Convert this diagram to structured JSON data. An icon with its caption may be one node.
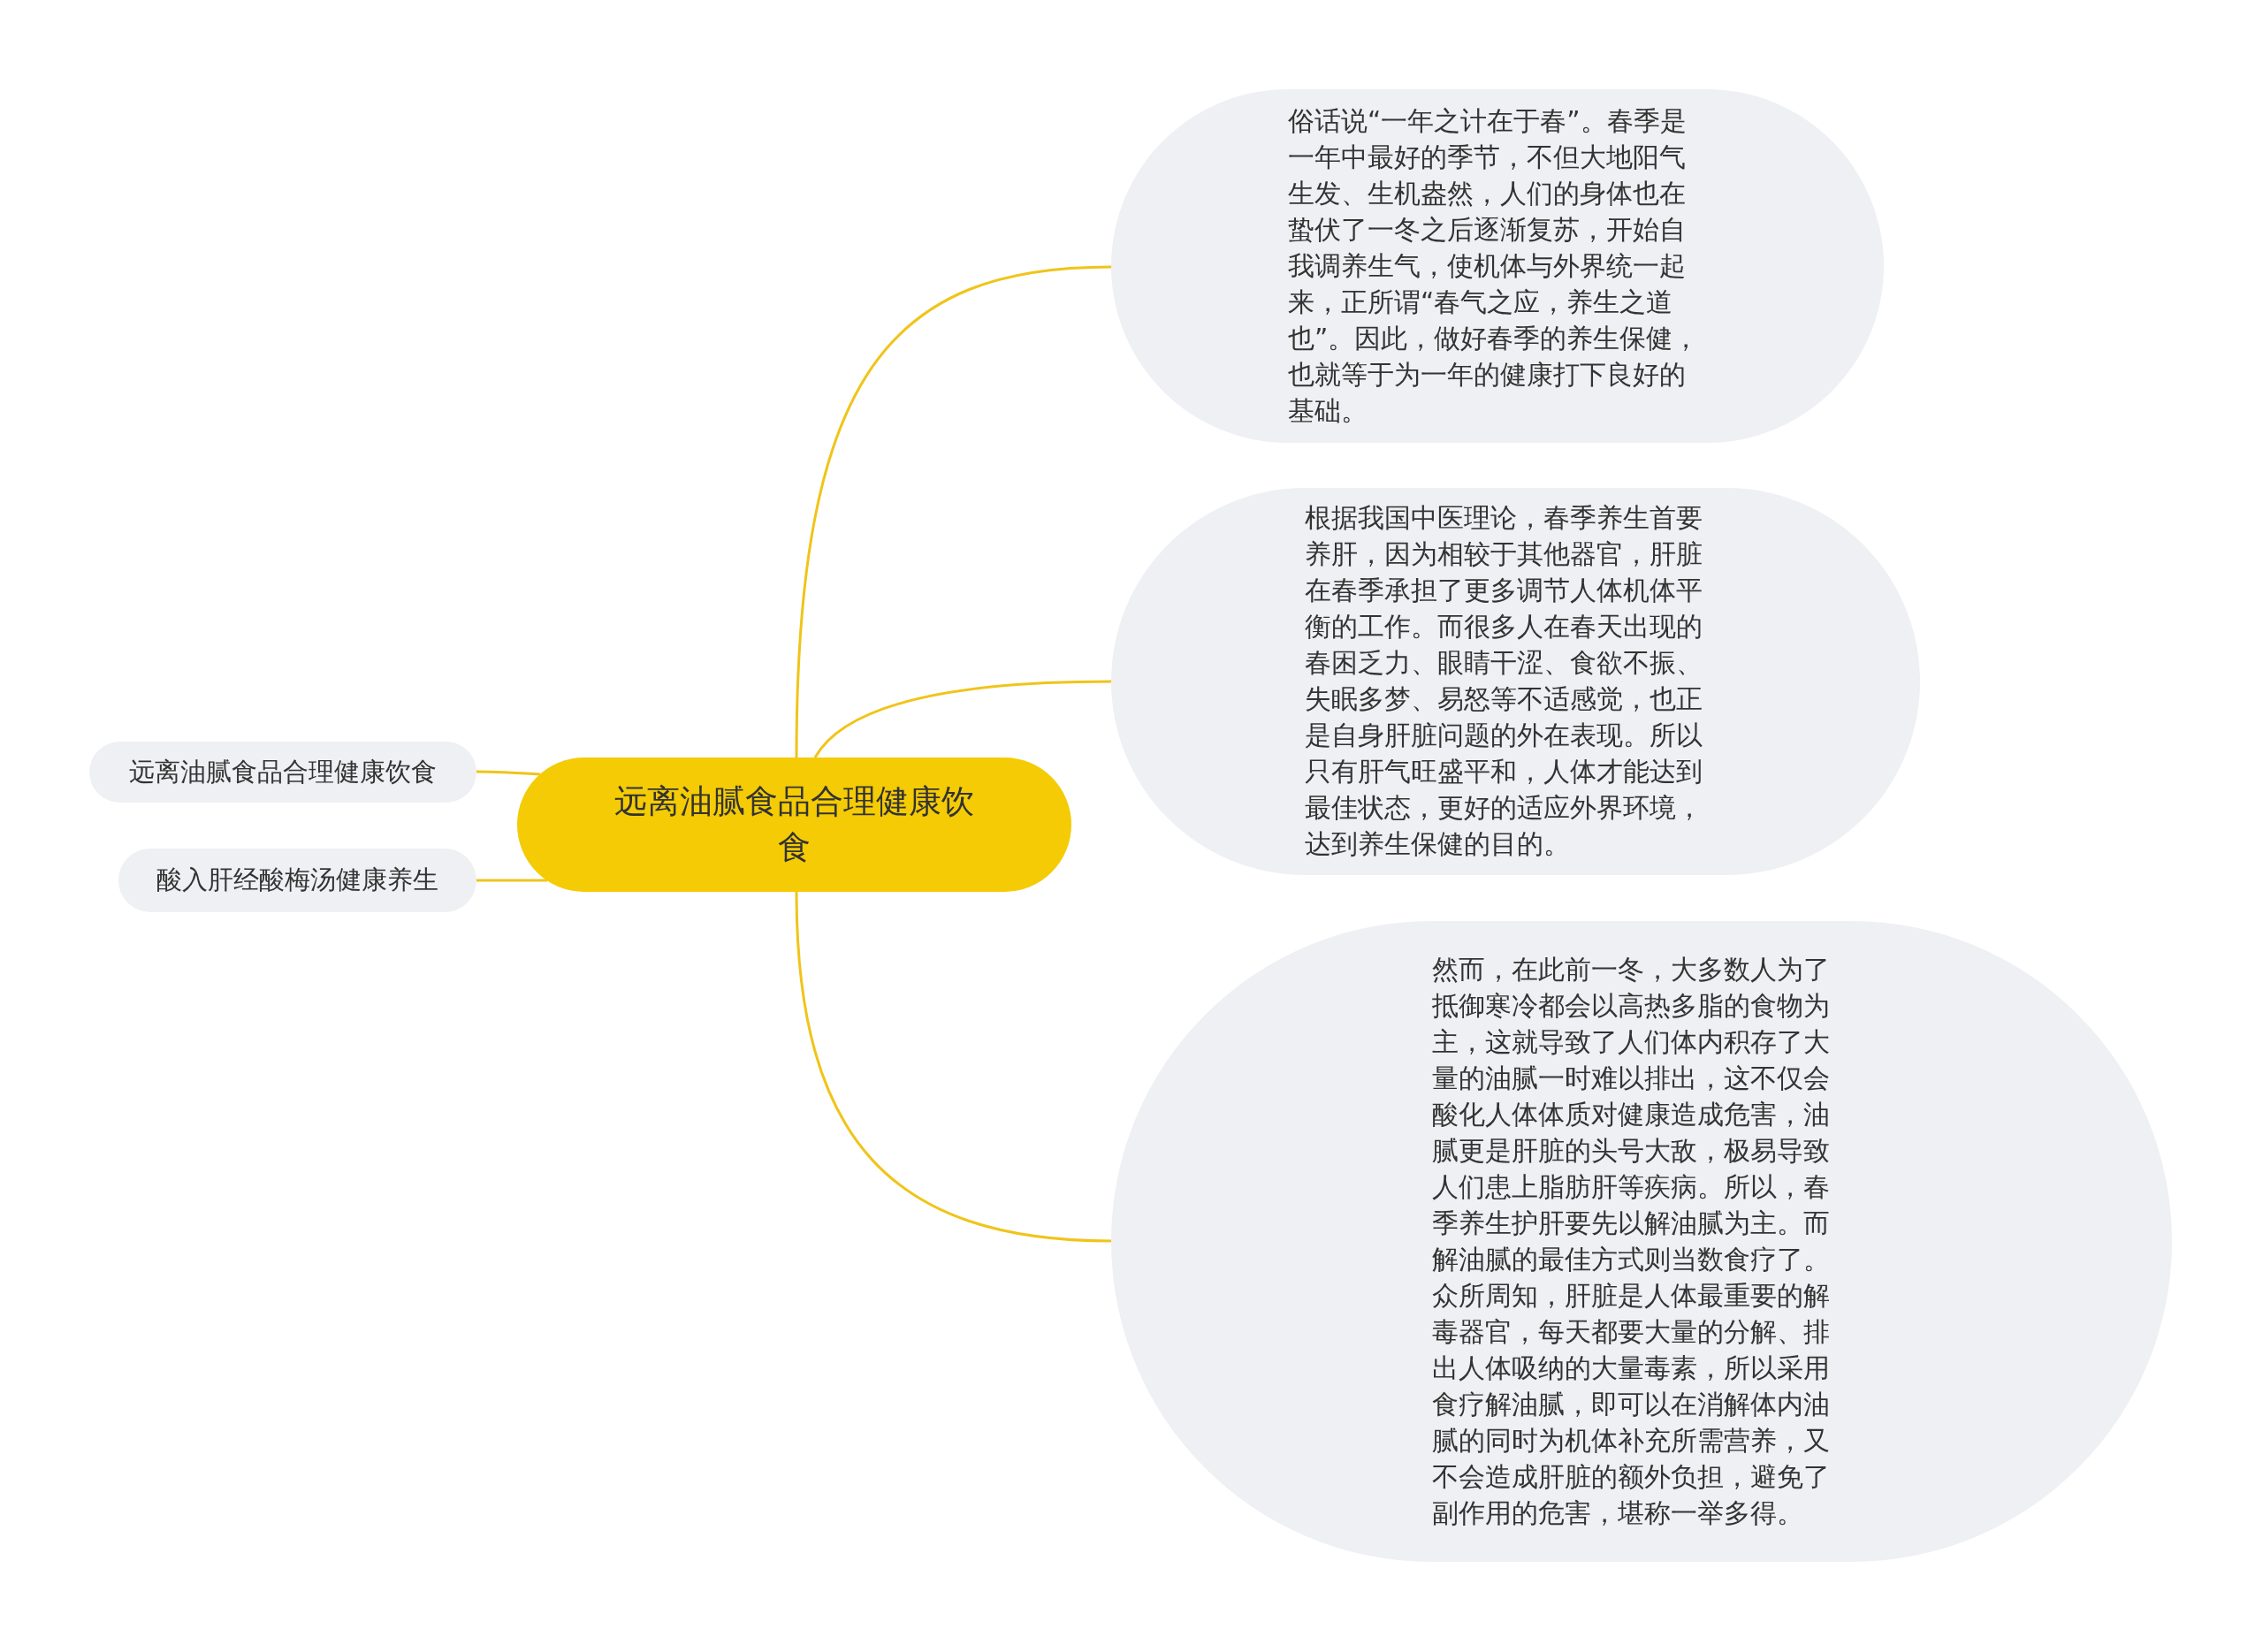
{
  "diagram": {
    "nodes": [
      {
        "text": [
          "远离油腻食品合理健康饮食"
        ]
      },
      {
        "text": [
          "远离油腻食品合理健康饮食"
        ]
      },
      {
        "text": [
          "酸入肝经酸梅汤健康养生"
        ]
      },
      {
        "text": [
          "俗话说“一年之计在于春”。春季是一年中最好的季节，不但大地阳气生发、生机盎然，人们的身体也在蛰伏了一冬之后逐渐复苏，开始自我调养生气，使机体与外界统一起来，正所谓“春气之应，养生之道也”。因此，做好春季的养生保健，也就等于为一年的健康打下良好的基础。"
        ]
      },
      {
        "text": [
          "根据我国中医理论，春季养生首要养肝，因为相较于其他器官，肝脏在春季承担了更多调节人体机体平衡的工作。而很多人在春天出现的春困乏力、眼睛干涩、食欲不振、失眠多梦、易怒等不适感觉，也正是自身肝脏问题的外在表现。所以只有肝气旺盛平和，人体才能达到最佳状态，更好的适应外界环境，达到养生保健的目的。"
        ]
      },
      {
        "text": [
          "然而，在此前一冬，大多数人为了抵御寒冷都会以高热多脂的食物为主，这就导致了人们体内积存了大量的油腻一时难以排出，这不仅会酸化人体体质对健康造成危害，油腻更是肝脏的头号大敌，极易导致人们患上脂肪肝等疾病。所以，春季养生护肝要先以解油腻为主。而解油腻的最佳方式则当数食疗了。众所周知，肝脏是人体最重要的解毒器官，每天都要大量的分解、排出人体吸纳的大量毒素，所以采用食疗解油腻，即可以在消解体内油腻的同时为机体补充所需营养，又不会造成肝脏的额外负担，避免了副作用的危害，堪称一举多得。"
        ]
      }
    ],
    "edges": [
      {
        "from": 0,
        "to": 1,
        "arrow": "none"
      },
      {
        "from": 0,
        "to": 2,
        "arrow": "none"
      },
      {
        "from": 0,
        "to": 3,
        "arrow": "none"
      },
      {
        "from": 0,
        "to": 4,
        "arrow": "none"
      },
      {
        "from": 0,
        "to": 5,
        "arrow": "none"
      }
    ]
  }
}
